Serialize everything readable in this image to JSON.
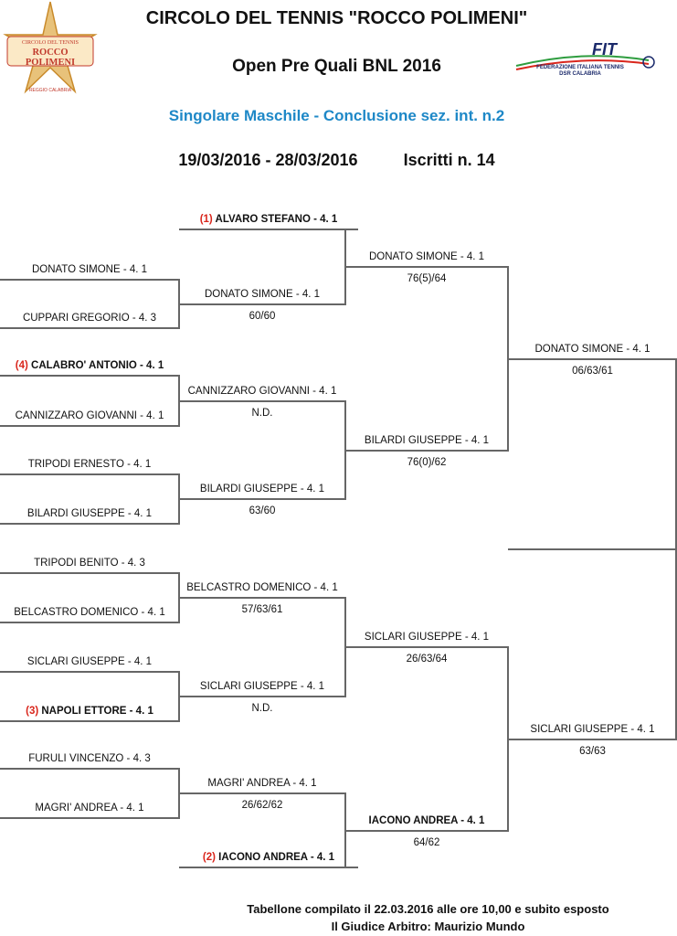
{
  "header": {
    "title": "CIRCOLO DEL TENNIS \"ROCCO POLIMENI\"",
    "subtitle": "Open Pre Quali BNL 2016",
    "section": "Singolare Maschile - Conclusione sez. int. n.2",
    "dates": "19/03/2016 - 28/03/2016",
    "entries": "Iscritti n. 14"
  },
  "logos": {
    "left": {
      "icon": "club-star-logo",
      "line1": "CIRCOLO DEL TENNIS",
      "line2": "ROCCO POLIMENI",
      "line3": "REGGIO CALABRIA",
      "color": "#c0392b"
    },
    "right": {
      "icon": "fit-logo",
      "brand": "FIT",
      "line1": "FEDERAZIONE ITALIANA TENNIS",
      "line2": "DSR CALABRIA",
      "color": "#1b2a6b"
    }
  },
  "round1": [
    {
      "seed": "(1)",
      "name": "ALVARO STEFANO - 4. 1",
      "bold": true
    },
    {
      "seed": "",
      "name": "DONATO SIMONE - 4. 1",
      "bold": false
    },
    {
      "seed": "",
      "name": "CUPPARI GREGORIO - 4. 3",
      "bold": false
    },
    {
      "seed": "(4)",
      "name": "CALABRO' ANTONIO - 4. 1",
      "bold": true
    },
    {
      "seed": "",
      "name": "CANNIZZARO GIOVANNI - 4. 1",
      "bold": false
    },
    {
      "seed": "",
      "name": "TRIPODI ERNESTO - 4. 1",
      "bold": false
    },
    {
      "seed": "",
      "name": "BILARDI GIUSEPPE - 4. 1",
      "bold": false
    },
    {
      "seed": "",
      "name": "TRIPODI BENITO - 4. 3",
      "bold": false
    },
    {
      "seed": "",
      "name": "BELCASTRO DOMENICO - 4. 1",
      "bold": false
    },
    {
      "seed": "",
      "name": "SICLARI GIUSEPPE - 4. 1",
      "bold": false
    },
    {
      "seed": "(3)",
      "name": "NAPOLI ETTORE - 4. 1",
      "bold": true
    },
    {
      "seed": "",
      "name": "FURULI VINCENZO - 4. 3",
      "bold": false
    },
    {
      "seed": "",
      "name": "MAGRI' ANDREA - 4. 1",
      "bold": false
    },
    {
      "seed": "(2)",
      "name": "IACONO ANDREA - 4. 1",
      "bold": true
    }
  ],
  "round2": [
    {
      "name": "DONATO SIMONE - 4. 1",
      "score": "60/60"
    },
    {
      "name": "CANNIZZARO GIOVANNI - 4. 1",
      "score": "N.D."
    },
    {
      "name": "BILARDI GIUSEPPE - 4. 1",
      "score": "63/60"
    },
    {
      "name": "BELCASTRO DOMENICO - 4. 1",
      "score": "57/63/61"
    },
    {
      "name": "SICLARI GIUSEPPE - 4. 1",
      "score": "N.D."
    },
    {
      "name": "MAGRI' ANDREA - 4. 1",
      "score": "26/62/62"
    }
  ],
  "round3": [
    {
      "name": "DONATO SIMONE - 4. 1",
      "score": "76(5)/64",
      "bold": false
    },
    {
      "name": "BILARDI GIUSEPPE - 4. 1",
      "score": "76(0)/62",
      "bold": false
    },
    {
      "name": "SICLARI GIUSEPPE - 4. 1",
      "score": "26/63/64",
      "bold": false
    },
    {
      "name": "IACONO ANDREA - 4. 1",
      "score": "64/62",
      "bold": true
    }
  ],
  "round4": [
    {
      "name": "DONATO SIMONE - 4. 1",
      "score": "06/63/61"
    },
    {
      "name": "SICLARI GIUSEPPE - 4. 1",
      "score": "63/63"
    }
  ],
  "footer": {
    "line1": "Tabellone compilato il 22.03.2016 alle ore 10,00 e subito esposto",
    "line2": "Il Giudice Arbitro: Maurizio Mundo"
  }
}
